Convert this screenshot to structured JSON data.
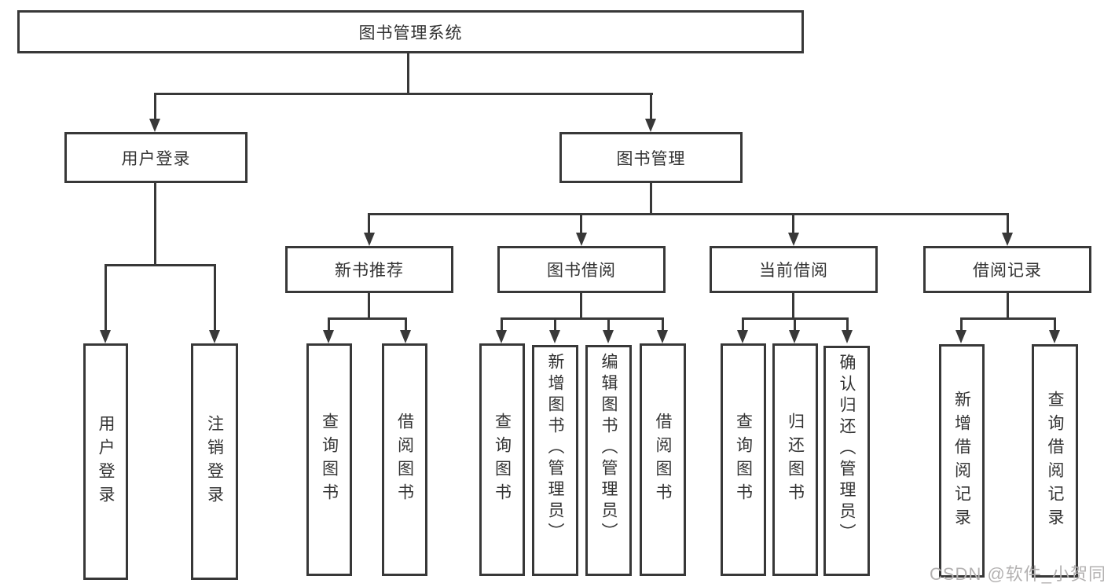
{
  "diagram_type": "function-structure-tree",
  "tree": {
    "label": "图书管理系统",
    "children": [
      {
        "label": "用户登录",
        "children": [
          {
            "label": "用户登录"
          },
          {
            "label": "注销登录"
          }
        ]
      },
      {
        "label": "图书管理",
        "children": [
          {
            "label": "新书推荐",
            "children": [
              {
                "label": "查询图书"
              },
              {
                "label": "借阅图书"
              }
            ]
          },
          {
            "label": "图书借阅",
            "children": [
              {
                "label": "查询图书"
              },
              {
                "label": "新增图书（管理员）"
              },
              {
                "label": "编辑图书（管理员）"
              },
              {
                "label": "借阅图书"
              }
            ]
          },
          {
            "label": "当前借阅",
            "children": [
              {
                "label": "查询图书"
              },
              {
                "label": "归还图书"
              },
              {
                "label": "确认归还（管理员）"
              }
            ]
          },
          {
            "label": "借阅记录",
            "children": [
              {
                "label": "新增借阅记录"
              },
              {
                "label": "查询借阅记录"
              }
            ]
          }
        ]
      }
    ]
  },
  "watermark": {
    "text": "CSDN @软件_小贺同学"
  },
  "colors": {
    "line": "#383838",
    "box_border": "#383838",
    "text": "#333333",
    "watermark": "#b3b1b1",
    "background": "#ffffff"
  }
}
